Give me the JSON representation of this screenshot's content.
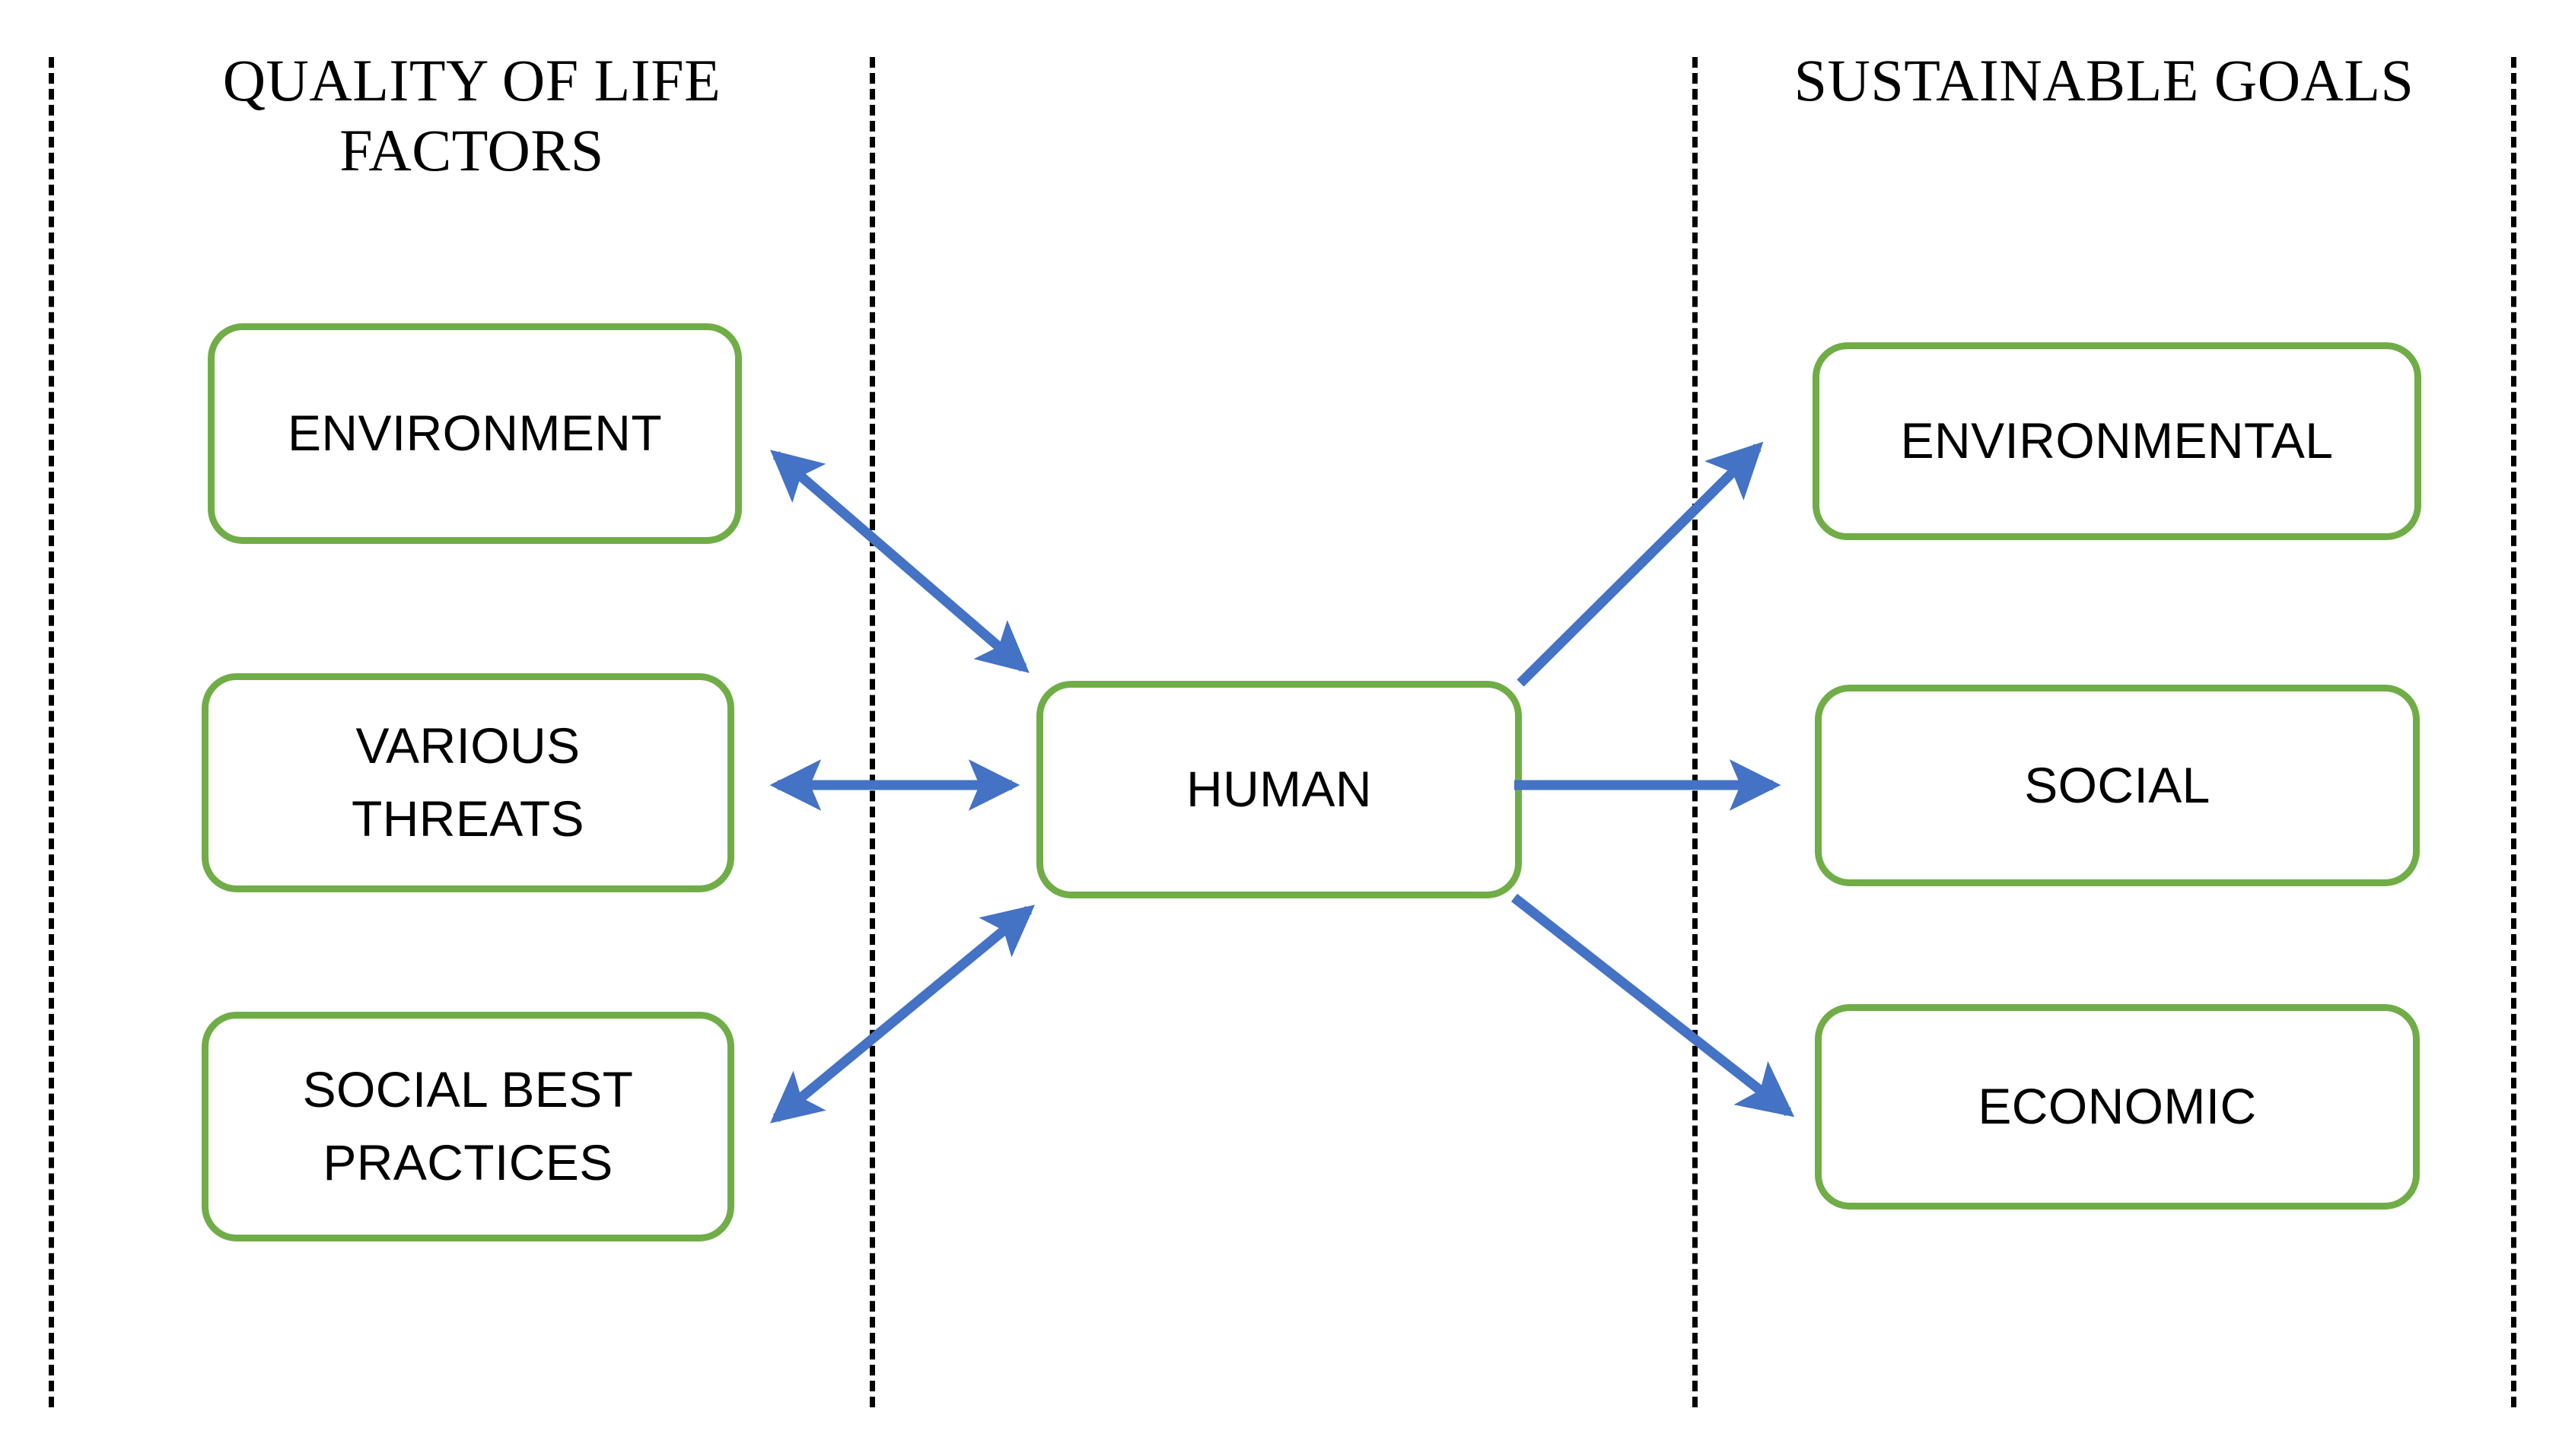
{
  "diagram": {
    "title_left": "QUALITY OF LIFE\nFACTORS",
    "title_right": "SUSTAINABLE GOALS",
    "colors": {
      "box_border": "#70AD47",
      "arrow": "#4472C4",
      "divider": "#000000",
      "text": "#000000",
      "background": "#FFFFFF"
    },
    "left_nodes": [
      {
        "label": "ENVIRONMENT"
      },
      {
        "label": "VARIOUS\nTHREATS"
      },
      {
        "label": "SOCIAL BEST\nPRACTICES"
      }
    ],
    "center_node": {
      "label": "HUMAN"
    },
    "right_nodes": [
      {
        "label": "ENVIRONMENTAL"
      },
      {
        "label": "SOCIAL"
      },
      {
        "label": "ECONOMIC"
      }
    ],
    "connections": [
      {
        "from": "ENVIRONMENT",
        "to": "HUMAN",
        "style": "double-headed"
      },
      {
        "from": "VARIOUS THREATS",
        "to": "HUMAN",
        "style": "double-headed"
      },
      {
        "from": "SOCIAL BEST PRACTICES",
        "to": "HUMAN",
        "style": "double-headed"
      },
      {
        "from": "HUMAN",
        "to": "ENVIRONMENTAL",
        "style": "single-headed"
      },
      {
        "from": "HUMAN",
        "to": "SOCIAL",
        "style": "single-headed"
      },
      {
        "from": "HUMAN",
        "to": "ECONOMIC",
        "style": "single-headed"
      }
    ]
  }
}
